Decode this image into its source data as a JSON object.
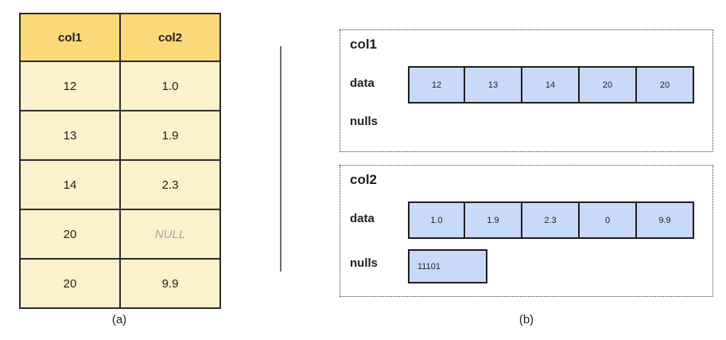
{
  "figure": {
    "panel_a": {
      "caption": "(a)",
      "table": {
        "headers": [
          "col1",
          "col2"
        ],
        "rows": [
          [
            "12",
            "1.0"
          ],
          [
            "13",
            "1.9"
          ],
          [
            "14",
            "2.3"
          ],
          [
            "20",
            "NULL"
          ],
          [
            "20",
            "9.9"
          ]
        ]
      }
    },
    "panel_b": {
      "caption": "(b)",
      "columns": [
        {
          "title": "col1",
          "data_label": "data",
          "nulls_label": "nulls",
          "data_values": [
            "12",
            "13",
            "14",
            "20",
            "20"
          ],
          "nulls_values": []
        },
        {
          "title": "col2",
          "data_label": "data",
          "nulls_label": "nulls",
          "data_values": [
            "1.0",
            "1.9",
            "2.3",
            "0",
            "9.9"
          ],
          "nulls_values": [
            "11101"
          ]
        }
      ]
    },
    "colors": {
      "table_header_bg": "#FBD878",
      "table_body_bg": "#FDF0CC",
      "cell_blue_bg": "#C9DAF8",
      "null_text": "#A6A6A6"
    }
  }
}
